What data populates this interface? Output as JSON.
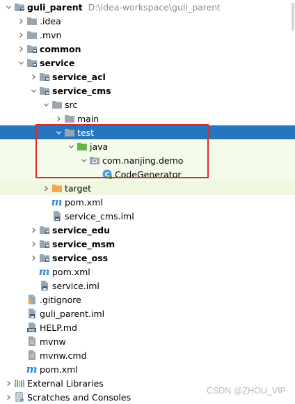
{
  "tree": [
    {
      "label": "guli_parent",
      "path": "D:\\idea-workspace\\guli_parent",
      "bold": true,
      "indent": 0,
      "chevron": "down",
      "icon": "module-folder-icon"
    },
    {
      "label": ".idea",
      "indent": 1,
      "chevron": "right",
      "icon": "folder-icon"
    },
    {
      "label": ".mvn",
      "indent": 1,
      "chevron": "right",
      "icon": "folder-icon"
    },
    {
      "label": "common",
      "bold": true,
      "indent": 1,
      "chevron": "right",
      "icon": "module-folder-icon"
    },
    {
      "label": "service",
      "bold": true,
      "indent": 1,
      "chevron": "down",
      "icon": "module-folder-icon"
    },
    {
      "label": "service_acl",
      "bold": true,
      "indent": 2,
      "chevron": "right",
      "icon": "module-folder-icon"
    },
    {
      "label": "service_cms",
      "bold": true,
      "indent": 2,
      "chevron": "down",
      "icon": "module-folder-icon"
    },
    {
      "label": "src",
      "indent": 3,
      "chevron": "down",
      "icon": "folder-icon"
    },
    {
      "label": "main",
      "indent": 4,
      "chevron": "right",
      "icon": "folder-icon"
    },
    {
      "label": "test",
      "indent": 4,
      "chevron": "down",
      "icon": "folder-icon",
      "selected": true
    },
    {
      "label": "java",
      "indent": 5,
      "chevron": "down",
      "icon": "test-source-folder-icon",
      "tint": "tinted"
    },
    {
      "label": "com.nanjing.demo",
      "indent": 6,
      "chevron": "down",
      "icon": "package-icon",
      "tint": "tinted"
    },
    {
      "label": "CodeGenerator",
      "indent": 7,
      "chevron": "none",
      "icon": "java-class-icon",
      "tint": "tinted"
    },
    {
      "label": "target",
      "indent": 3,
      "chevron": "right",
      "icon": "excluded-folder-icon",
      "tint": "tinted-strong"
    },
    {
      "label": "pom.xml",
      "indent": 3,
      "chevron": "none",
      "icon": "maven-icon"
    },
    {
      "label": "service_cms.iml",
      "indent": 3,
      "chevron": "none",
      "icon": "iml-file-icon"
    },
    {
      "label": "service_edu",
      "bold": true,
      "indent": 2,
      "chevron": "right",
      "icon": "module-folder-icon"
    },
    {
      "label": "service_msm",
      "bold": true,
      "indent": 2,
      "chevron": "right",
      "icon": "module-folder-icon"
    },
    {
      "label": "service_oss",
      "bold": true,
      "indent": 2,
      "chevron": "right",
      "icon": "module-folder-icon"
    },
    {
      "label": "pom.xml",
      "indent": 2,
      "chevron": "none",
      "icon": "maven-icon"
    },
    {
      "label": "service.iml",
      "indent": 2,
      "chevron": "none",
      "icon": "iml-file-icon"
    },
    {
      "label": ".gitignore",
      "indent": 1,
      "chevron": "none",
      "icon": "gitignore-file-icon"
    },
    {
      "label": "guli_parent.iml",
      "indent": 1,
      "chevron": "none",
      "icon": "iml-file-icon"
    },
    {
      "label": "HELP.md",
      "indent": 1,
      "chevron": "none",
      "icon": "markdown-file-icon"
    },
    {
      "label": "mvnw",
      "indent": 1,
      "chevron": "none",
      "icon": "text-file-icon"
    },
    {
      "label": "mvnw.cmd",
      "indent": 1,
      "chevron": "none",
      "icon": "text-file-icon"
    },
    {
      "label": "pom.xml",
      "indent": 1,
      "chevron": "none",
      "icon": "maven-icon"
    },
    {
      "label": "External Libraries",
      "indent": 0,
      "chevron": "right",
      "icon": "libraries-icon"
    },
    {
      "label": "Scratches and Consoles",
      "indent": 0,
      "chevron": "right",
      "icon": "scratches-icon"
    }
  ],
  "watermark": "CSDN @ZHOU_VIP",
  "colors": {
    "selection": "#2675bf",
    "test_tint": "#f5fbea",
    "folder": "#9aa7b0",
    "test_folder": "#62b543",
    "excluded_folder": "#f4a64b",
    "highlight_box": "#e02a2a"
  }
}
